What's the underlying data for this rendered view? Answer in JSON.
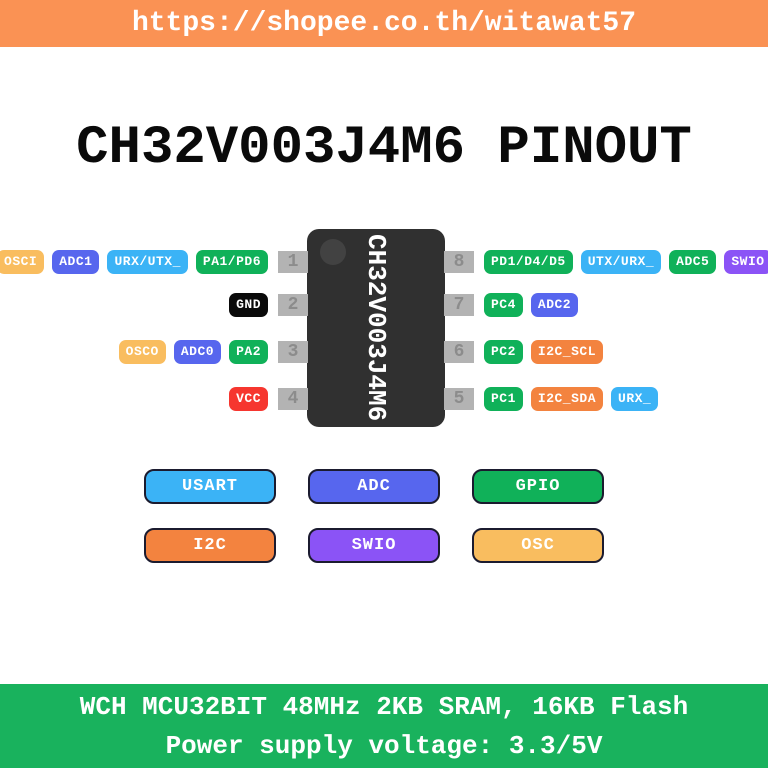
{
  "header": {
    "url": "https://shopee.co.th/witawat57"
  },
  "title": "CH32V003J4M6 PINOUT",
  "chip": {
    "label": "CH32V003J4M6"
  },
  "pins": {
    "left": [
      {
        "number": "1",
        "labels": [
          {
            "text": "OSCI",
            "type": "osc"
          },
          {
            "text": "ADC1",
            "type": "adc"
          },
          {
            "text": "URX/UTX_",
            "type": "usart"
          },
          {
            "text": "PA1/PD6",
            "type": "gpio"
          }
        ]
      },
      {
        "number": "2",
        "labels": [
          {
            "text": "GND",
            "type": "gnd"
          }
        ]
      },
      {
        "number": "3",
        "labels": [
          {
            "text": "OSCO",
            "type": "osc"
          },
          {
            "text": "ADC0",
            "type": "adc"
          },
          {
            "text": "PA2",
            "type": "gpio"
          }
        ]
      },
      {
        "number": "4",
        "labels": [
          {
            "text": "VCC",
            "type": "vcc"
          }
        ]
      }
    ],
    "right": [
      {
        "number": "8",
        "labels": [
          {
            "text": "PD1/D4/D5",
            "type": "gpio"
          },
          {
            "text": "UTX/URX_",
            "type": "usart"
          },
          {
            "text": "ADC5",
            "type": "gpio"
          },
          {
            "text": "SWIO",
            "type": "swio"
          }
        ]
      },
      {
        "number": "7",
        "labels": [
          {
            "text": "PC4",
            "type": "gpio"
          },
          {
            "text": "ADC2",
            "type": "adc"
          }
        ]
      },
      {
        "number": "6",
        "labels": [
          {
            "text": "PC2",
            "type": "gpio"
          },
          {
            "text": "I2C_SCL",
            "type": "i2c"
          }
        ]
      },
      {
        "number": "5",
        "labels": [
          {
            "text": "PC1",
            "type": "gpio"
          },
          {
            "text": "I2C_SDA",
            "type": "i2c"
          },
          {
            "text": "URX_",
            "type": "usart"
          }
        ]
      }
    ]
  },
  "legend": [
    {
      "label": "USART",
      "type": "usart"
    },
    {
      "label": "ADC",
      "type": "adc"
    },
    {
      "label": "GPIO",
      "type": "gpio"
    },
    {
      "label": "I2C",
      "type": "i2c"
    },
    {
      "label": "SWIO",
      "type": "swio"
    },
    {
      "label": "OSC",
      "type": "osc"
    }
  ],
  "footer": {
    "line1": "WCH MCU32BIT 48MHz 2KB SRAM, 16KB Flash",
    "line2": "Power supply voltage: 3.3/5V"
  },
  "colors": {
    "banner_orange": "#FA9254",
    "banner_green": "#19B25D",
    "usart": "#3BB3F6",
    "adc": "#5766EE",
    "gpio": "#10B159",
    "i2c": "#F3833F",
    "swio": "#8B53F6",
    "osc": "#F9BD5F",
    "vcc": "#F6362F",
    "gnd": "#0A0A0A",
    "chip_body": "#303030",
    "pin_stub": "#B3B3B3"
  }
}
